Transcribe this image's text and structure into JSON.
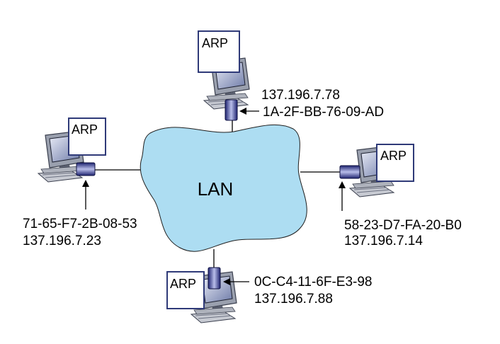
{
  "network": {
    "label": "LAN",
    "cloud_color": "#ADDDF2",
    "adapter_color": "#3A3FA0",
    "arp_border_color": "#2F3A78"
  },
  "nodes": {
    "top": {
      "arp": "ARP",
      "ip": "137.196.7.78",
      "mac": "1A-2F-BB-76-09-AD"
    },
    "left": {
      "arp": "ARP",
      "mac": "71-65-F7-2B-08-53",
      "ip": "137.196.7.23"
    },
    "right": {
      "arp": "ARP",
      "mac": "58-23-D7-FA-20-B0",
      "ip": "137.196.7.14"
    },
    "bottom": {
      "arp": "ARP",
      "mac": "0C-C4-11-6F-E3-98",
      "ip": "137.196.7.88"
    }
  }
}
